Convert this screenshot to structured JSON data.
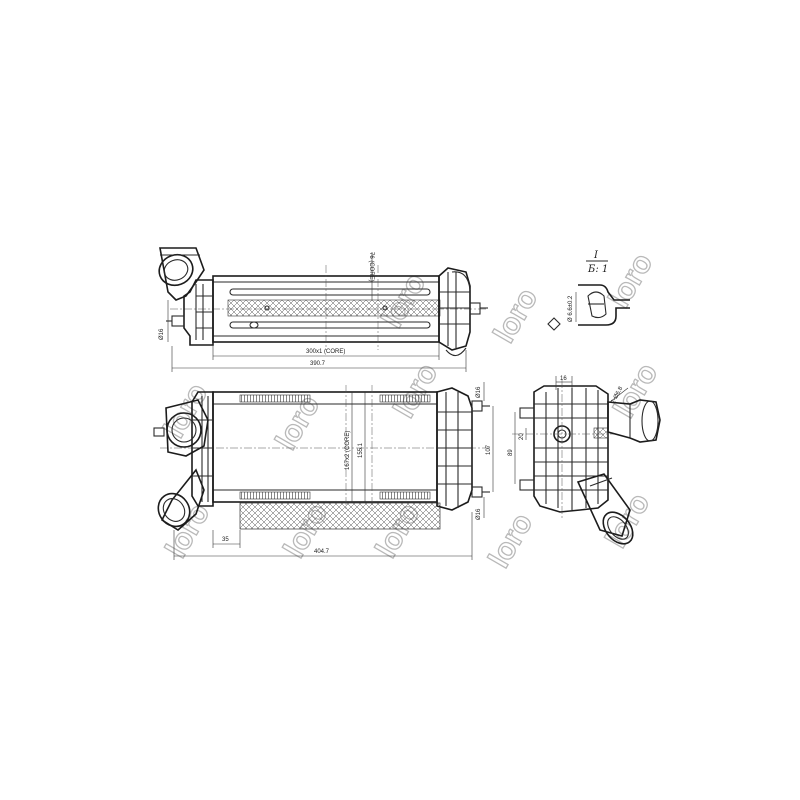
{
  "watermark": {
    "text": "loro",
    "color": "#b9b9b9"
  },
  "top_view": {
    "dim_core_length": "300x1 (CORE)",
    "dim_overall_length": "390.7",
    "dim_core_depth": "76 (CORE)",
    "dim_pipe_dia": "Ø16"
  },
  "front_view": {
    "dim_core_height": "167x2 (CORE)",
    "dim_height": "155.1",
    "dim_height_right": "107",
    "dim_offset": "35",
    "dim_overall_length": "404.7",
    "dim_top_dia": "Ø16",
    "dim_bottom_dia": "Ø16"
  },
  "side_view": {
    "dim_top": "16",
    "dim_left_a": "89",
    "dim_left_b": "20",
    "dim_holes": "2-Ø6.8"
  },
  "detail": {
    "label": "I",
    "scale": "Б: 1",
    "dim": "Ø 6.6±0.2"
  },
  "colors": {
    "line": "#2a2a2a",
    "background": "#ffffff"
  }
}
